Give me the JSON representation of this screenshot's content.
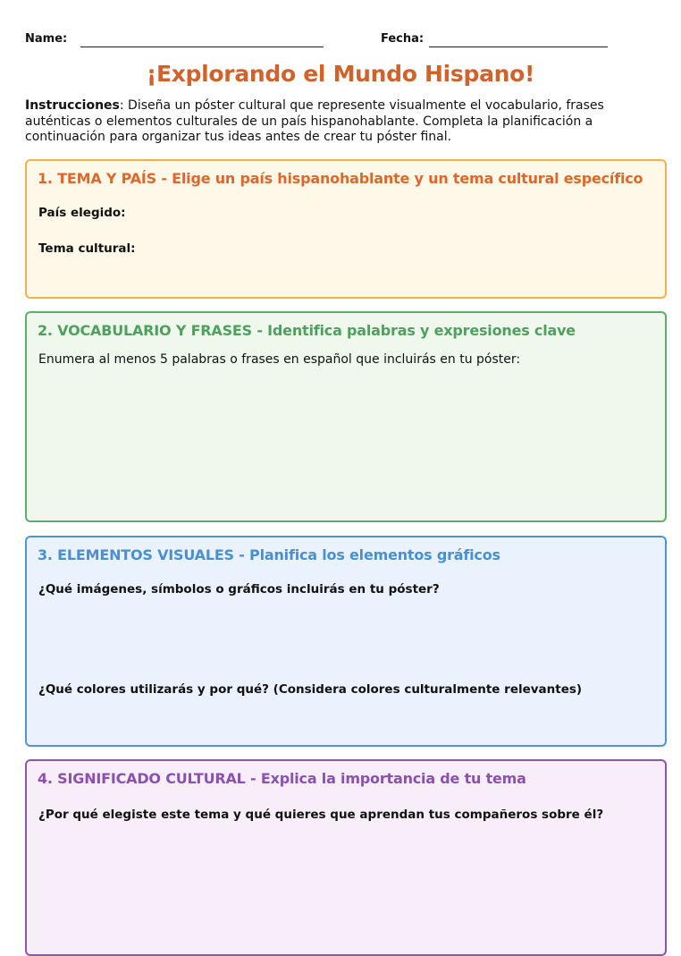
{
  "header": {
    "name_label": "Name:",
    "date_label": "Fecha:"
  },
  "title": "¡Explorando el Mundo Hispano!",
  "instructions": {
    "bold_label": "Instrucciones",
    "text": ": Diseña un póster cultural que represente visualmente el vocabulario, frases auténticas o elementos culturales de un país hispanohablante. Completa la planificación a continuación para organizar tus ideas antes de crear tu póster final."
  },
  "sections": [
    {
      "title": "1. TEMA Y PAÍS - Elige un país hispanohablante y un tema cultural específico",
      "prompts": [
        "País elegido:",
        "Tema cultural:"
      ]
    },
    {
      "title": "2. VOCABULARIO Y FRASES - Identifica palabras y expresiones clave",
      "text": "Enumera al menos 5 palabras o frases en español que incluirás en tu póster:"
    },
    {
      "title": "3. ELEMENTOS VISUALES - Planifica los elementos gráficos",
      "prompts": [
        "¿Qué imágenes, símbolos o gráficos incluirás en tu póster?",
        "¿Qué colores utilizarás y por qué? (Considera colores culturalmente relevantes)"
      ]
    },
    {
      "title": "4. SIGNIFICADO CULTURAL - Explica la importancia de tu tema",
      "prompts": [
        "¿Por qué elegiste este tema y qué quieres que aprendan tus compañeros sobre él?"
      ]
    }
  ],
  "colors": {
    "title": "#d0632a",
    "section1": "#f2b14a",
    "section2": "#59b06a",
    "section3": "#4c95d6",
    "section4": "#8b55b3"
  }
}
